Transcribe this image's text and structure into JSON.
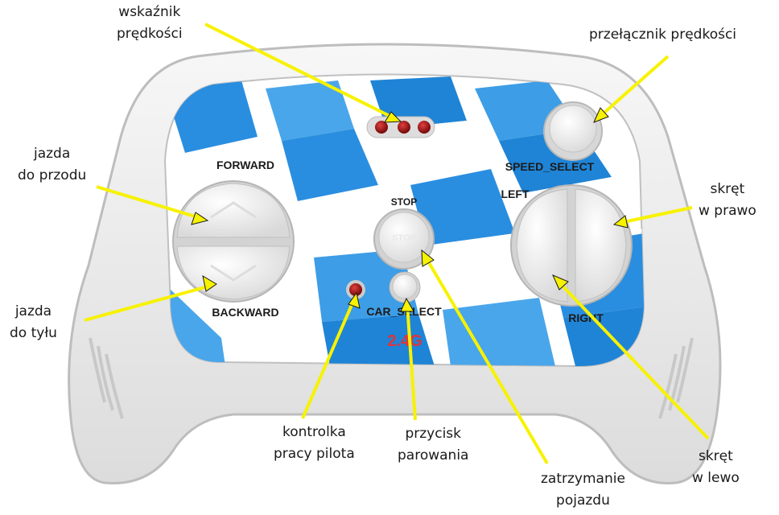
{
  "panel_labels": {
    "forward": "FORWARD",
    "backward": "BACKWARD",
    "stop": "STOP",
    "car_select": "CAR_SELECT",
    "speed_select": "SPEED_SELECT",
    "left": "LEFT",
    "right": "RIGHT",
    "brand": "2.4G",
    "stop_button_text": "STOP"
  },
  "callouts": {
    "speed_indicator": [
      "wskaźnik",
      "prędkości"
    ],
    "speed_switch": [
      "przełącznik prędkości"
    ],
    "forward": [
      "jazda",
      "do przodu"
    ],
    "backward": [
      "jazda",
      "do tyłu"
    ],
    "turn_right": [
      "skręt",
      "w prawo"
    ],
    "turn_left": [
      "skręt",
      "w lewo"
    ],
    "remote_led": [
      "kontrolka",
      "pracy pilota"
    ],
    "pairing_button": [
      "przycisk",
      "parowania"
    ],
    "stop_vehicle": [
      "zatrzymanie",
      "pojazdu"
    ]
  },
  "colors": {
    "arrow": "#f7f200",
    "shell": "#ececec",
    "pattern_blue": "#1f84d6",
    "led_red": "#a51414"
  }
}
